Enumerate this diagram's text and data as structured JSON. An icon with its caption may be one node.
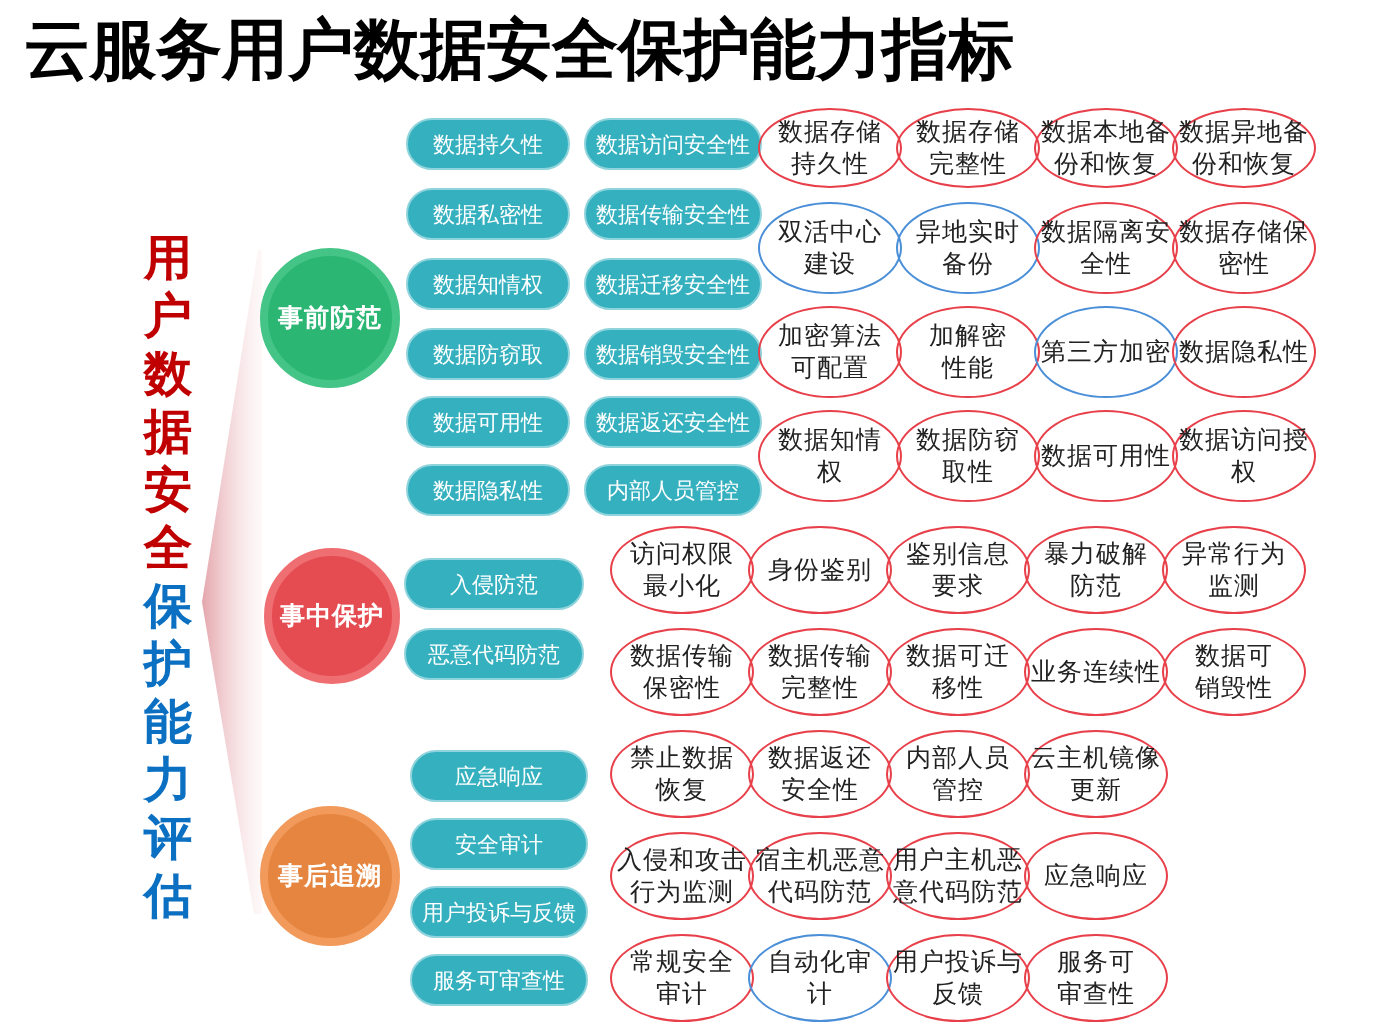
{
  "diagram": {
    "title": "云服务用户数据安全保护能力指标",
    "nodes": [
      {
        "text": [],
        "shape": "triangle"
      },
      {
        "text": [
          "事前防范"
        ]
      },
      {
        "text": [
          "数据持久性"
        ]
      },
      {
        "text": [
          "数据访问安全性"
        ]
      },
      {
        "text": [
          "数据私密性"
        ]
      },
      {
        "text": [
          "数据传输安全性"
        ]
      },
      {
        "text": [
          "数据知情权"
        ]
      },
      {
        "text": [
          "数据迁移安全性"
        ]
      },
      {
        "text": [
          "数据防窃取"
        ]
      },
      {
        "text": [
          "数据销毁安全性"
        ]
      },
      {
        "text": [
          "数据可用性"
        ]
      },
      {
        "text": [
          "数据返还安全性"
        ]
      },
      {
        "text": [
          "数据隐私性"
        ]
      },
      {
        "text": [
          "内部人员管控"
        ]
      },
      {
        "text": [
          "数据存储持久性"
        ]
      },
      {
        "text": [
          "数据存储完整性"
        ]
      },
      {
        "text": [
          "数据本地备份和恢复"
        ]
      },
      {
        "text": [
          "数据异地备份和恢复"
        ]
      },
      {
        "text": [
          "双活中心建设"
        ]
      },
      {
        "text": [
          "异地实时备份"
        ]
      },
      {
        "text": [
          "数据隔离安全性"
        ]
      },
      {
        "text": [
          "数据存储保密性"
        ]
      },
      {
        "text": [
          "加密算法可配置"
        ]
      },
      {
        "text": [
          "加解密性能"
        ]
      },
      {
        "text": [
          "第三方加密"
        ]
      },
      {
        "text": [
          "数据隐私性"
        ]
      },
      {
        "text": [
          "数据知情权"
        ]
      },
      {
        "text": [
          "数据防窃取性"
        ]
      },
      {
        "text": [
          "数据可用性"
        ]
      },
      {
        "text": [
          "数据访问授权"
        ]
      },
      {
        "text": [
          "事中保护"
        ]
      },
      {
        "text": [
          "入侵防范"
        ]
      },
      {
        "text": [
          "恶意代码防范"
        ]
      },
      {
        "text": [
          "访问权限最小化"
        ]
      },
      {
        "text": [
          "身份鉴别"
        ]
      },
      {
        "text": [
          "鉴别信息要求"
        ]
      },
      {
        "text": [
          "暴力破解防范"
        ]
      },
      {
        "text": [
          "异常行为监测"
        ]
      },
      {
        "text": [
          "数据传输保密性"
        ]
      },
      {
        "text": [
          "数据传输完整性"
        ]
      },
      {
        "text": [
          "数据可迁移性"
        ]
      },
      {
        "text": [
          "业务连续性"
        ]
      },
      {
        "text": [
          "数据可销毁性"
        ]
      },
      {
        "text": [
          "事后追溯"
        ]
      },
      {
        "text": [
          "应急响应"
        ]
      },
      {
        "text": [
          "安全审计"
        ]
      },
      {
        "text": [
          "用户投诉与反馈"
        ]
      },
      {
        "text": [
          "服务可审查性"
        ]
      },
      {
        "text": [
          "禁止数据恢复"
        ]
      },
      {
        "text": [
          "数据返还安全性"
        ]
      },
      {
        "text": [
          "内部人员管控"
        ]
      },
      {
        "text": [
          "云主机镜像更新"
        ]
      },
      {
        "text": [
          "入侵和攻击行为监测"
        ]
      },
      {
        "text": [
          "宿主机恶意代码防范"
        ]
      },
      {
        "text": [
          "用户主机恶意代码防范"
        ]
      },
      {
        "text": [
          "应急响应"
        ]
      },
      {
        "text": [
          "常规安全审计"
        ]
      },
      {
        "text": [
          "自动化审计"
        ]
      },
      {
        "text": [
          "用户投诉与反馈"
        ]
      },
      {
        "text": [
          "服务可审查性"
        ]
      }
    ],
    "labels": [
      "用户数据安全",
      "保护能力评估"
    ]
  }
}
